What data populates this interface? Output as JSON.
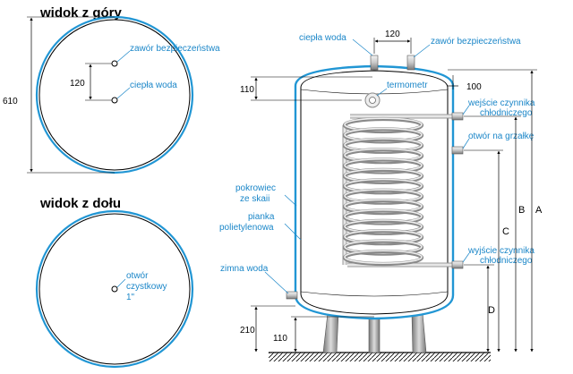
{
  "top_view": {
    "title": "widok z góry",
    "safety_valve": "zawór bezpieczeństwa",
    "hot_water": "ciepła woda",
    "dim_diameter": "610",
    "dim_spacing": "120"
  },
  "bottom_view": {
    "title": "widok z dołu",
    "cleanout_line1": "otwór",
    "cleanout_line2": "czystkowy",
    "cleanout_line3": "1\""
  },
  "side_view": {
    "hot_water": "ciepła woda",
    "safety_valve": "zawór bezpieczeństwa",
    "thermometer": "termometr",
    "refrigerant_in_1": "wejście czynnika",
    "refrigerant_in_2": "chłodniczego",
    "heater_opening": "otwór na grzałkę",
    "cover_1": "pokrowiec",
    "cover_2": "ze skaii",
    "foam_1": "pianka",
    "foam_2": "polietylenowa",
    "refrigerant_out_1": "wyjście czynnika",
    "refrigerant_out_2": "chłodniczego",
    "cold_water": "zimna woda",
    "dim_top_spacing": "120",
    "dim_top_height": "110",
    "dim_side_offset": "100",
    "dim_bottom_height": "210",
    "dim_leg_height": "110",
    "dim_A": "A",
    "dim_B": "B",
    "dim_C": "C",
    "dim_D": "D"
  }
}
